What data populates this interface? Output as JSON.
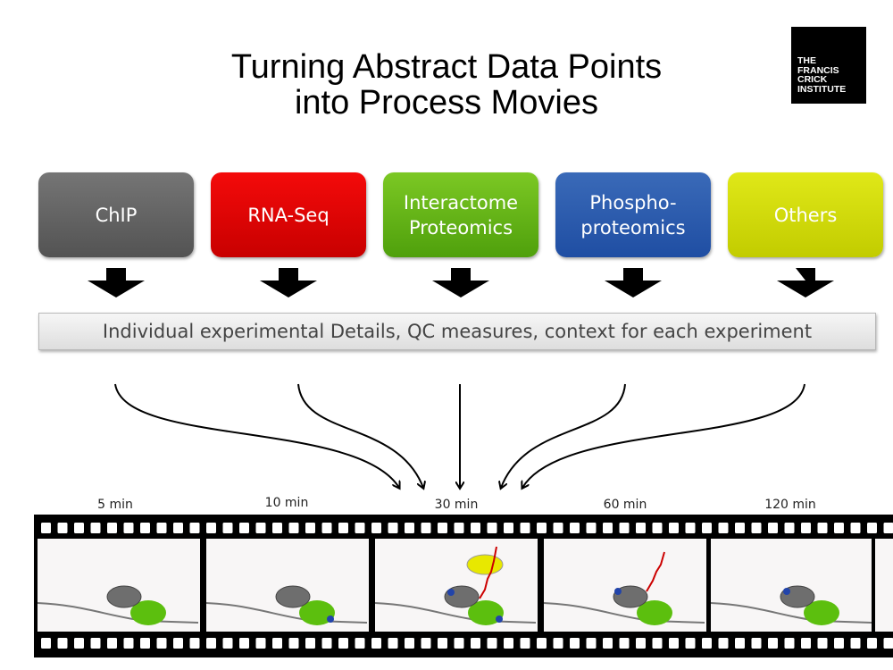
{
  "title": {
    "line1": "Turning Abstract Data Points",
    "line2": "into Process Movies"
  },
  "logo": {
    "lines": [
      "THE",
      "FRANCIS",
      "CRICK",
      "INSTITUTE"
    ]
  },
  "boxes": [
    {
      "lines": [
        "ChIP"
      ],
      "color": "#636363"
    },
    {
      "lines": [
        "RNA-Seq"
      ],
      "color": "#e00000"
    },
    {
      "lines": [
        "Interactome",
        "Proteomics"
      ],
      "color": "#62b418"
    },
    {
      "lines": [
        "Phospho-",
        "proteomics"
      ],
      "color": "#2a5cae"
    },
    {
      "lines": [
        "Others"
      ],
      "color": "#d0d800"
    }
  ],
  "details_bar": "Individual experimental Details, QC measures, context for each experiment",
  "timepoints": [
    "5 min",
    "10 min",
    "30 min",
    "60 min",
    "120 min"
  ],
  "colors": {
    "chromatin": "#777777",
    "grey_protein": "#6e6e6e",
    "green_protein": "#5cbf0e",
    "yellow_protein": "#e8e800",
    "phospho_dot": "#2244aa",
    "rna_strand": "#cc0000"
  }
}
